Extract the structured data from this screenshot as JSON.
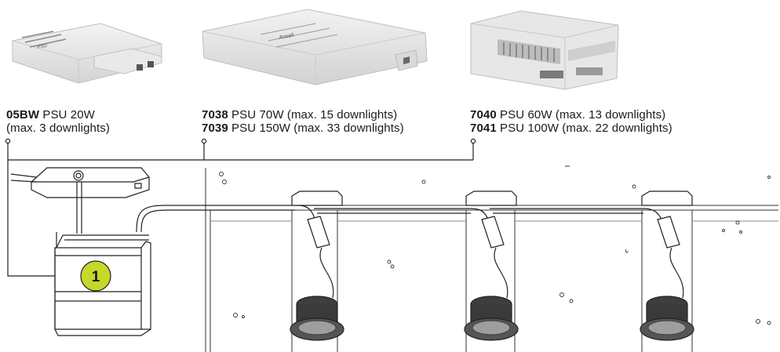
{
  "products": [
    {
      "lines": [
        {
          "code": "05BW",
          "text": " PSU 20W"
        },
        {
          "code": "",
          "text": "(max. 3 downlights)"
        }
      ]
    },
    {
      "lines": [
        {
          "code": "7038",
          "text": " PSU 70W (max. 15 downlights)"
        },
        {
          "code": "7039",
          "text": " PSU 150W (max. 33 downlights)"
        }
      ]
    },
    {
      "lines": [
        {
          "code": "7040",
          "text": " PSU 60W (max. 13 downlights)"
        },
        {
          "code": "7041",
          "text": " PSU 100W (max. 22 downlights)"
        }
      ]
    }
  ],
  "marker": {
    "number": "1",
    "color": "#c5d82b"
  }
}
